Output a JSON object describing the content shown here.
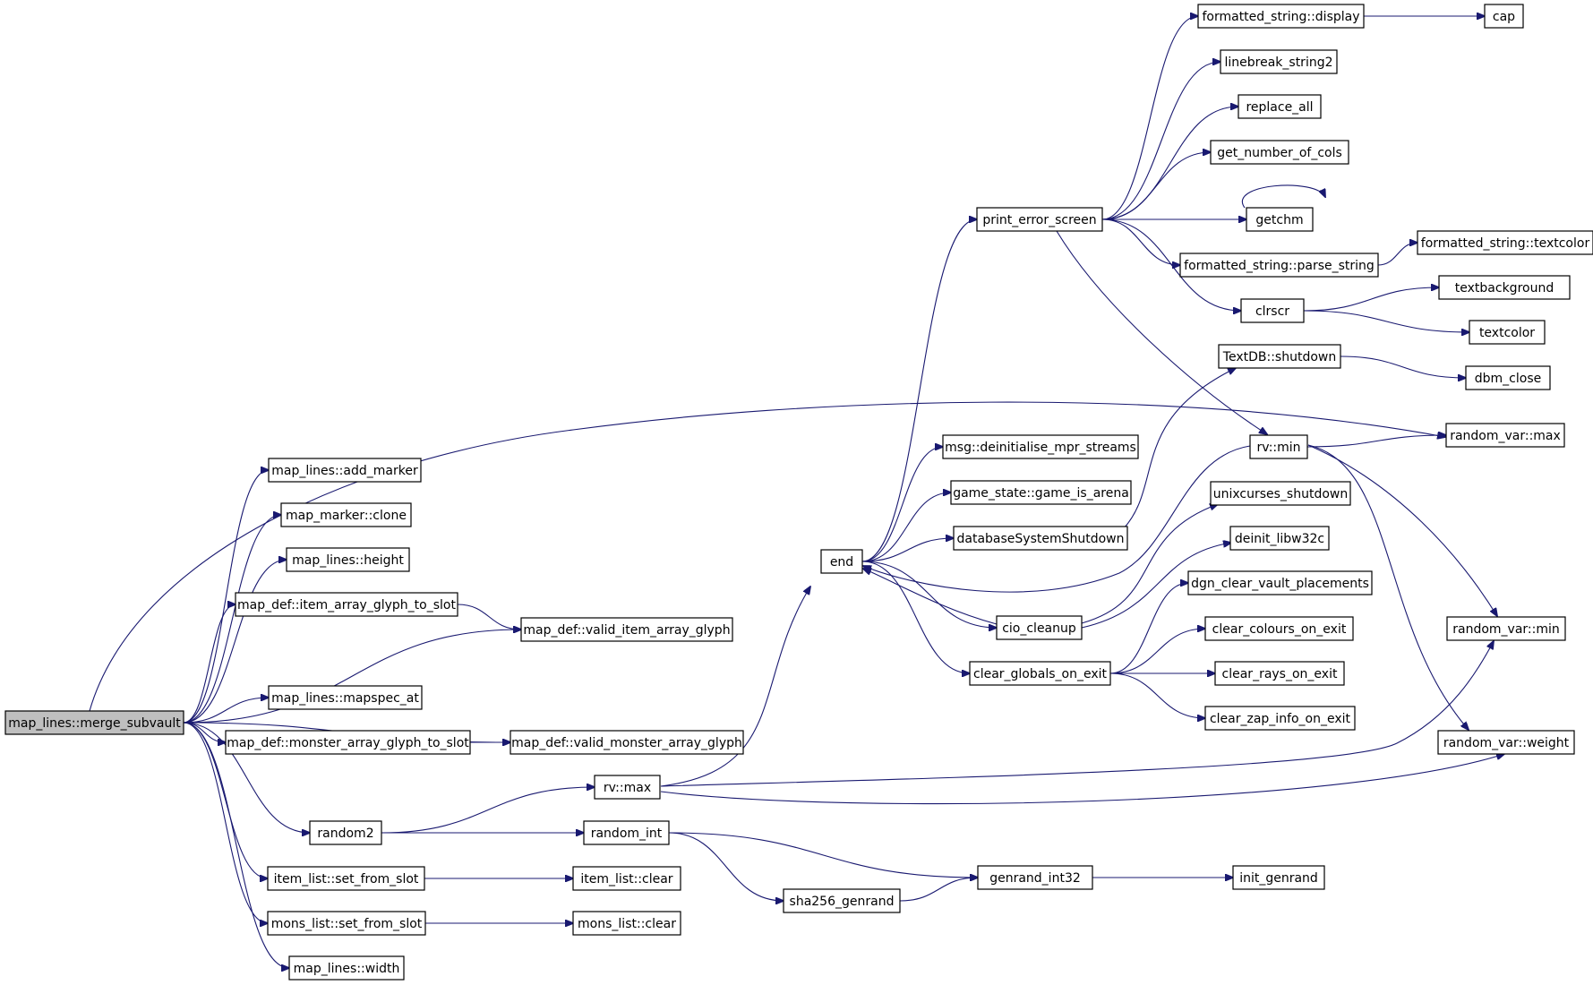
{
  "diagram": {
    "type": "call-graph",
    "edge_color": "#191970",
    "root_fill": "#bfbfbf",
    "nodes": [
      {
        "id": "merge_subvault",
        "label": "map_lines::merge_subvault",
        "root": true
      },
      {
        "id": "add_marker",
        "label": "map_lines::add_marker"
      },
      {
        "id": "marker_clone",
        "label": "map_marker::clone"
      },
      {
        "id": "height",
        "label": "map_lines::height"
      },
      {
        "id": "item_array_glyph_to_slot",
        "label": "map_def::item_array_glyph_to_slot"
      },
      {
        "id": "valid_item_array_glyph",
        "label": "map_def::valid_item_array_glyph"
      },
      {
        "id": "mapspec_at",
        "label": "map_lines::mapspec_at"
      },
      {
        "id": "monster_array_glyph_to_slot",
        "label": "map_def::monster_array_glyph_to_slot"
      },
      {
        "id": "valid_monster_array_glyph",
        "label": "map_def::valid_monster_array_glyph"
      },
      {
        "id": "random2",
        "label": "random2"
      },
      {
        "id": "item_set_from_slot",
        "label": "item_list::set_from_slot"
      },
      {
        "id": "mons_set_from_slot",
        "label": "mons_list::set_from_slot"
      },
      {
        "id": "width",
        "label": "map_lines::width"
      },
      {
        "id": "rv_max",
        "label": "rv::max"
      },
      {
        "id": "random_int",
        "label": "random_int"
      },
      {
        "id": "item_clear",
        "label": "item_list::clear"
      },
      {
        "id": "mons_clear",
        "label": "mons_list::clear"
      },
      {
        "id": "sha256_genrand",
        "label": "sha256_genrand"
      },
      {
        "id": "genrand_int32",
        "label": "genrand_int32"
      },
      {
        "id": "init_genrand",
        "label": "init_genrand"
      },
      {
        "id": "end",
        "label": "end"
      },
      {
        "id": "print_error_screen",
        "label": "print_error_screen"
      },
      {
        "id": "msg_deinit",
        "label": "msg::deinitialise_mpr_streams"
      },
      {
        "id": "game_is_arena",
        "label": "game_state::game_is_arena"
      },
      {
        "id": "dbShutdown",
        "label": "databaseSystemShutdown"
      },
      {
        "id": "cio_cleanup",
        "label": "cio_cleanup"
      },
      {
        "id": "clear_globals",
        "label": "clear_globals_on_exit"
      },
      {
        "id": "fs_display",
        "label": "formatted_string::display"
      },
      {
        "id": "linebreak",
        "label": "linebreak_string2"
      },
      {
        "id": "replace_all",
        "label": "replace_all"
      },
      {
        "id": "get_cols",
        "label": "get_number_of_cols"
      },
      {
        "id": "getchm",
        "label": "getchm"
      },
      {
        "id": "fs_parse",
        "label": "formatted_string::parse_string"
      },
      {
        "id": "clrscr",
        "label": "clrscr"
      },
      {
        "id": "textdb_shutdown",
        "label": "TextDB::shutdown"
      },
      {
        "id": "rv_min",
        "label": "rv::min"
      },
      {
        "id": "unixcurses",
        "label": "unixcurses_shutdown"
      },
      {
        "id": "deinit_libw32c",
        "label": "deinit_libw32c"
      },
      {
        "id": "dgn_clear",
        "label": "dgn_clear_vault_placements"
      },
      {
        "id": "clear_colours",
        "label": "clear_colours_on_exit"
      },
      {
        "id": "clear_rays",
        "label": "clear_rays_on_exit"
      },
      {
        "id": "clear_zap",
        "label": "clear_zap_info_on_exit"
      },
      {
        "id": "cap",
        "label": "cap"
      },
      {
        "id": "fs_textcolor",
        "label": "formatted_string::textcolor"
      },
      {
        "id": "textbackground",
        "label": "textbackground"
      },
      {
        "id": "textcolor",
        "label": "textcolor"
      },
      {
        "id": "dbm_close",
        "label": "dbm_close"
      },
      {
        "id": "rvar_max",
        "label": "random_var::max"
      },
      {
        "id": "rvar_min",
        "label": "random_var::min"
      },
      {
        "id": "rvar_weight",
        "label": "random_var::weight"
      }
    ],
    "edges": [
      [
        "merge_subvault",
        "add_marker"
      ],
      [
        "merge_subvault",
        "marker_clone"
      ],
      [
        "merge_subvault",
        "height"
      ],
      [
        "merge_subvault",
        "item_array_glyph_to_slot"
      ],
      [
        "merge_subvault",
        "valid_item_array_glyph"
      ],
      [
        "merge_subvault",
        "mapspec_at"
      ],
      [
        "merge_subvault",
        "monster_array_glyph_to_slot"
      ],
      [
        "merge_subvault",
        "valid_monster_array_glyph"
      ],
      [
        "merge_subvault",
        "random2"
      ],
      [
        "merge_subvault",
        "item_set_from_slot"
      ],
      [
        "merge_subvault",
        "mons_set_from_slot"
      ],
      [
        "merge_subvault",
        "width"
      ],
      [
        "merge_subvault",
        "rvar_max"
      ],
      [
        "item_array_glyph_to_slot",
        "valid_item_array_glyph"
      ],
      [
        "monster_array_glyph_to_slot",
        "valid_monster_array_glyph"
      ],
      [
        "random2",
        "rv_max"
      ],
      [
        "random2",
        "random_int"
      ],
      [
        "item_set_from_slot",
        "item_clear"
      ],
      [
        "mons_set_from_slot",
        "mons_clear"
      ],
      [
        "rv_max",
        "end"
      ],
      [
        "rv_max",
        "rvar_min"
      ],
      [
        "rv_max",
        "rvar_weight"
      ],
      [
        "random_int",
        "genrand_int32"
      ],
      [
        "random_int",
        "sha256_genrand"
      ],
      [
        "sha256_genrand",
        "genrand_int32"
      ],
      [
        "genrand_int32",
        "init_genrand"
      ],
      [
        "end",
        "print_error_screen"
      ],
      [
        "end",
        "msg_deinit"
      ],
      [
        "end",
        "game_is_arena"
      ],
      [
        "end",
        "dbShutdown"
      ],
      [
        "end",
        "cio_cleanup"
      ],
      [
        "end",
        "clear_globals"
      ],
      [
        "print_error_screen",
        "fs_display"
      ],
      [
        "print_error_screen",
        "linebreak"
      ],
      [
        "print_error_screen",
        "replace_all"
      ],
      [
        "print_error_screen",
        "get_cols"
      ],
      [
        "print_error_screen",
        "getchm"
      ],
      [
        "print_error_screen",
        "fs_parse"
      ],
      [
        "print_error_screen",
        "clrscr"
      ],
      [
        "print_error_screen",
        "rv_min"
      ],
      [
        "getchm",
        "getchm"
      ],
      [
        "fs_display",
        "cap"
      ],
      [
        "fs_parse",
        "fs_textcolor"
      ],
      [
        "clrscr",
        "textbackground"
      ],
      [
        "clrscr",
        "textcolor"
      ],
      [
        "dbShutdown",
        "textdb_shutdown"
      ],
      [
        "textdb_shutdown",
        "dbm_close"
      ],
      [
        "rv_min",
        "end"
      ],
      [
        "rv_min",
        "rvar_max"
      ],
      [
        "rv_min",
        "rvar_min"
      ],
      [
        "rv_min",
        "rvar_weight"
      ],
      [
        "cio_cleanup",
        "end"
      ],
      [
        "cio_cleanup",
        "unixcurses"
      ],
      [
        "cio_cleanup",
        "deinit_libw32c"
      ],
      [
        "clear_globals",
        "dgn_clear"
      ],
      [
        "clear_globals",
        "clear_colours"
      ],
      [
        "clear_globals",
        "clear_rays"
      ],
      [
        "clear_globals",
        "clear_zap"
      ]
    ]
  }
}
